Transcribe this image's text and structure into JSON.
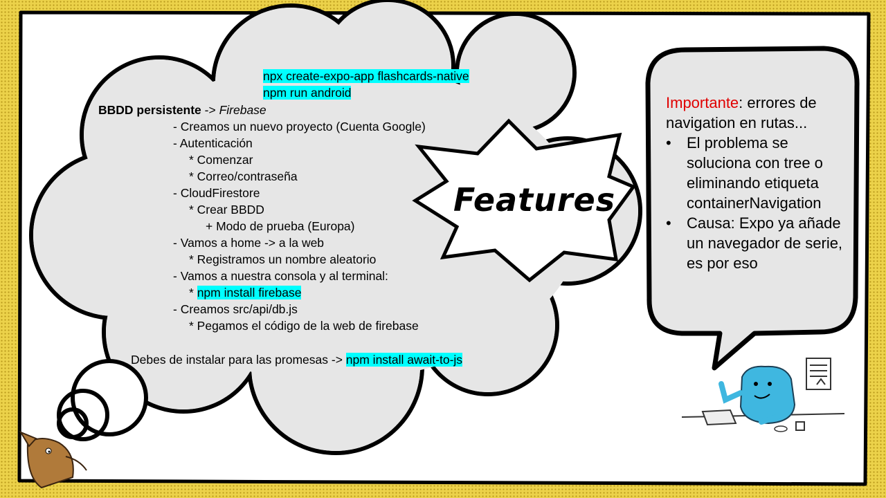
{
  "slide": {
    "install_lines": [
      "npx create-expo-app flashcards-native",
      "npm run android"
    ],
    "heading": {
      "bold": "BBDD persistente",
      "arrow": " -> ",
      "italic": "Firebase"
    },
    "steps": [
      "- Creamos un nuevo proyecto (Cuenta Google)",
      "- Autenticación",
      "* Comenzar",
      "* Correo/contraseña",
      "- CloudFirestore",
      "* Crear BBDD",
      "+ Modo de prueba (Europa)",
      "- Vamos a home -> a la web",
      "* Registramos un nombre aleatorio",
      "- Vamos a nuestra consola y al terminal:",
      "- Creamos src/api/db.js",
      "* Pegamos el código de la web de firebase"
    ],
    "npm_install_step": {
      "prefix": "* ",
      "command": "npm install firebase"
    },
    "promises_note": {
      "text": "Debes de instalar para las promesas -> ",
      "command": "npm install await-to-js"
    },
    "features_label": "Features",
    "side_note": {
      "important_word": "Importante",
      "intro_rest": ": errores de navigation en rutas...",
      "bullets": [
        "El problema se soluciona con tree o eliminando etiqueta containerNavigation",
        "Causa: Expo ya añade un navegador de serie, es por eso"
      ],
      "bullet_glyph": "•"
    },
    "highlight_color": "#00ffff",
    "important_color": "#e00000",
    "bubble_fill": "#e6e6e6"
  }
}
